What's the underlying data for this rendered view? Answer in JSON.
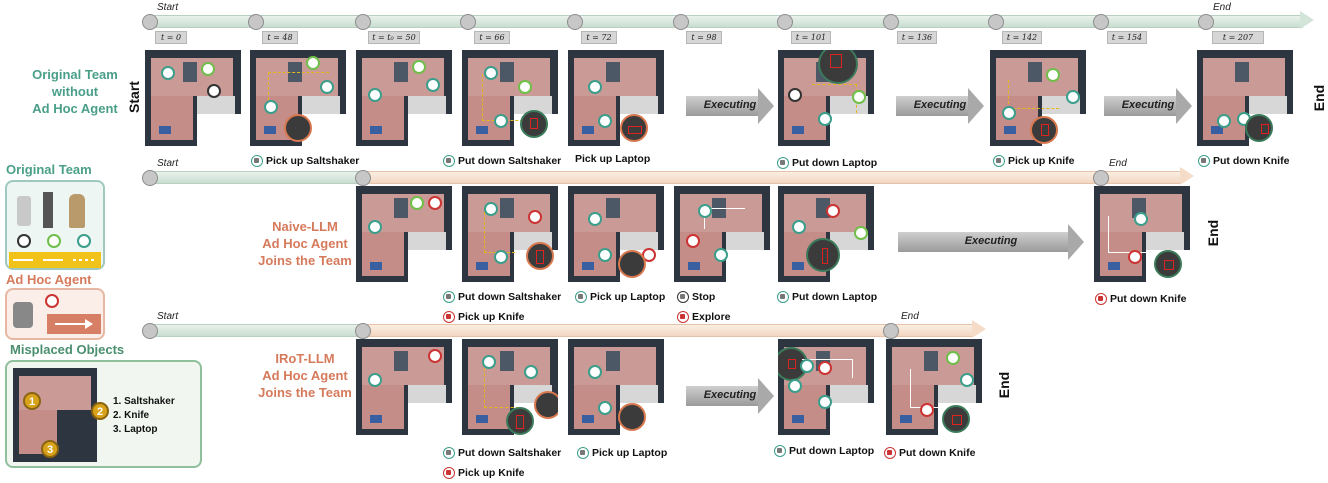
{
  "timeline": {
    "start": "Start",
    "end": "End",
    "ticks": [
      "t = 0",
      "t = 48",
      "t = t₀ = 50",
      "t = 66",
      "t = 72",
      "t = 98",
      "t = 101",
      "t = 136",
      "t = 142",
      "t = 154",
      "t = 207"
    ]
  },
  "rows": [
    {
      "label": [
        "Original Team",
        "without",
        "Ad Hoc Agent"
      ],
      "start_vertical": "Start",
      "end_vertical": "End",
      "executing": "Executing",
      "actions": [
        "Pick up Saltshaker",
        "Put down Saltshaker",
        "Pick up Laptop",
        "Put down Laptop",
        "Pick up Knife",
        "Put down Knife"
      ],
      "start_label": "Start",
      "end_label": "End"
    },
    {
      "label": [
        "Naive-LLM",
        "Ad Hoc Agent",
        "Joins the Team"
      ],
      "start_label": "Start",
      "end_label": "End",
      "end_vertical": "End",
      "executing": "Executing",
      "actions": [
        "Put down Saltshaker",
        "Pick up Knife",
        "Pick up Laptop",
        "Stop",
        "Explore",
        "Put down Laptop",
        "Put down Knife"
      ]
    },
    {
      "label": [
        "IRoT-LLM",
        "Ad Hoc Agent",
        "Joins the Team"
      ],
      "start_label": "Start",
      "end_label": "End",
      "end_vertical": "End",
      "executing": "Executing",
      "actions": [
        "Put down Saltshaker",
        "Pick up Knife",
        "Pick up Laptop",
        "Put down Laptop",
        "Put down Knife"
      ]
    }
  ],
  "legend": {
    "original_team": "Original Team",
    "ad_hoc_agent": "Ad Hoc Agent",
    "misplaced_objects": "Misplaced Objects",
    "objects": [
      "1. Saltshaker",
      "2. Knife",
      "3. Laptop"
    ],
    "badges": [
      "1",
      "2",
      "3"
    ]
  },
  "colors": {
    "green": "#4a9f88",
    "orange": "#d67a5c",
    "path_yellow": "#e5b81a"
  }
}
